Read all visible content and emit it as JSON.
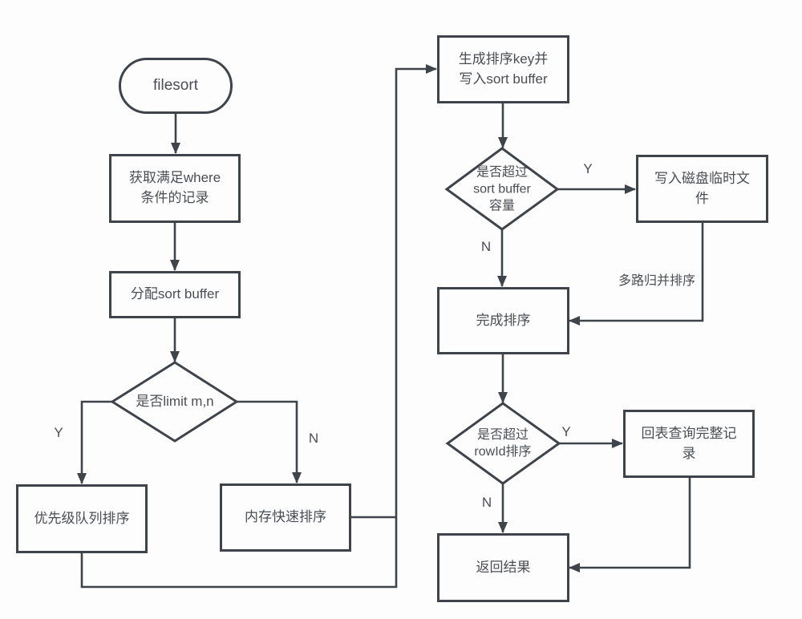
{
  "diagram": {
    "background_color": "#fdfdfd",
    "line_color": "#3f444b",
    "text_color": "#4a4e54",
    "nodes": {
      "start": "filesort",
      "fetch_records": "获取满足where\n条件的记录",
      "alloc_buffer": "分配sort buffer",
      "limit_check": "是否limit m,n",
      "priority_queue": "优先级队列排序",
      "memory_quicksort": "内存快速排序",
      "generate_key": "生成排序key并\n写入sort buffer",
      "buffer_check": "是否超过\nsort buffer\n容量",
      "disk_temp_file": "写入磁盘临时文\n件",
      "finish_sort": "完成排序",
      "rowid_check": "是否超过\nrowId排序",
      "back_table": "回表查询完整记\n录",
      "return_result": "返回结果"
    },
    "edge_labels": {
      "limit_yes": "Y",
      "limit_no": "N",
      "buffer_yes": "Y",
      "buffer_no": "N",
      "merge_sort": "多路归并排序",
      "rowid_yes": "Y",
      "rowid_no": "N"
    }
  }
}
